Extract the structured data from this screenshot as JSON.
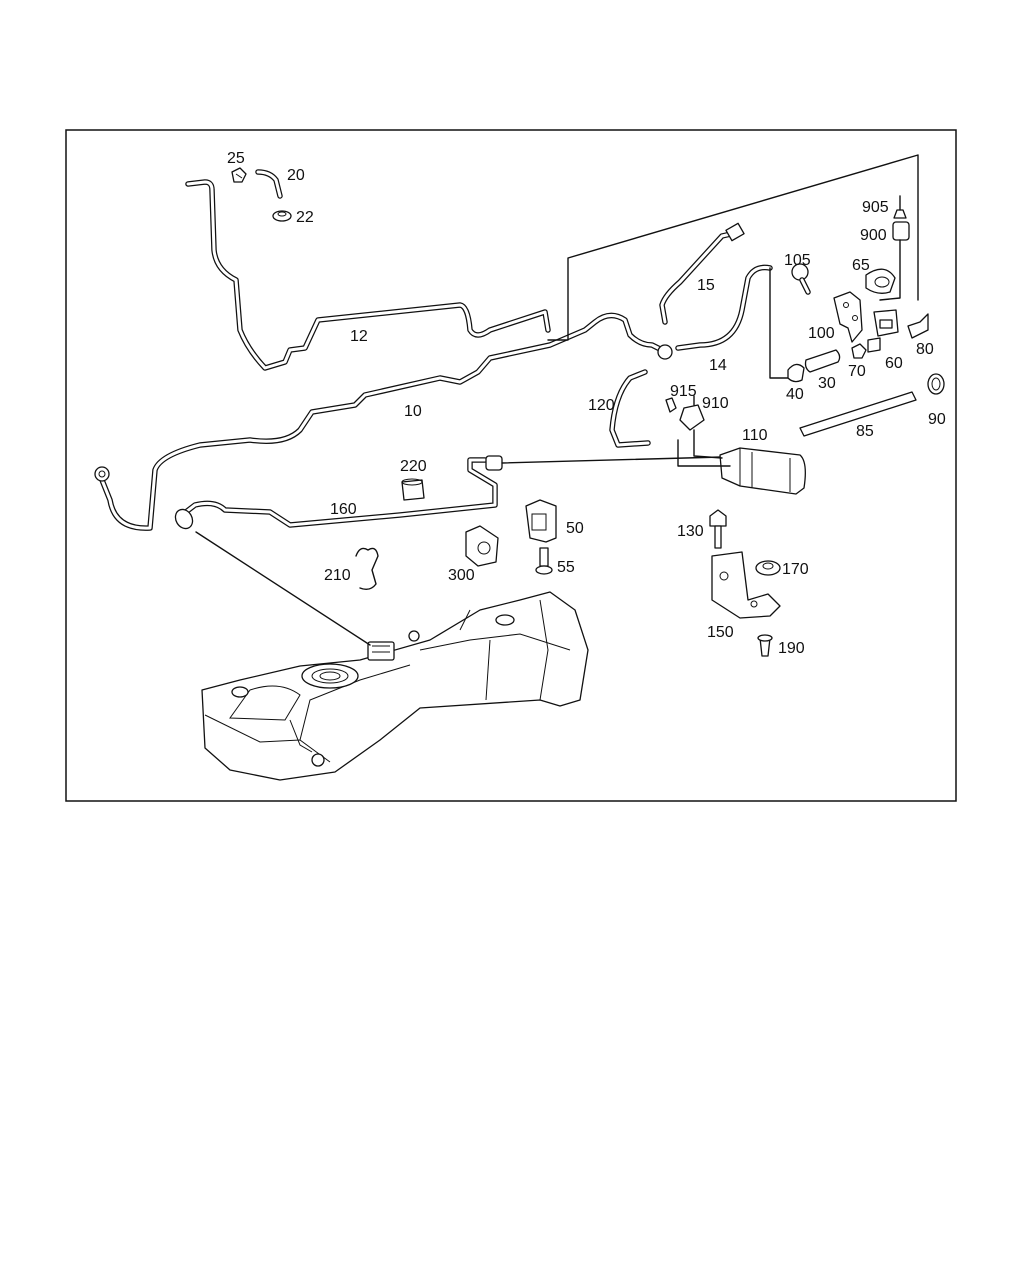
{
  "labels": {
    "p25": "25",
    "p20": "20",
    "p22": "22",
    "p905": "905",
    "p900": "900",
    "p105": "105",
    "p65": "65",
    "p15": "15",
    "p12": "12",
    "p100": "100",
    "p14": "14",
    "p60": "60",
    "p80": "80",
    "p70": "70",
    "p30": "30",
    "p40": "40",
    "p915": "915",
    "p910": "910",
    "p120": "120",
    "p10": "10",
    "p90": "90",
    "p85": "85",
    "p110": "110",
    "p220": "220",
    "p160": "160",
    "p50": "50",
    "p130": "130",
    "p170": "170",
    "p210": "210",
    "p300": "300",
    "p55": "55",
    "p150": "150",
    "p190": "190"
  },
  "colors": {
    "line": "#111111",
    "background": "#ffffff",
    "part_fill": "#ffffff"
  }
}
